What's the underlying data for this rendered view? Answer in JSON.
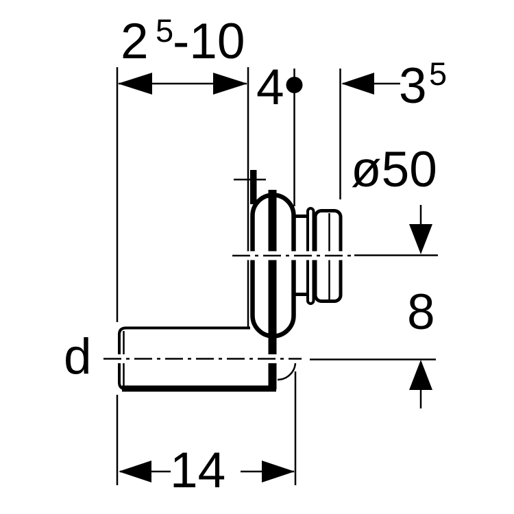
{
  "drawing": {
    "type": "technical-dimension-drawing",
    "subject": "pipe trap fitting side view",
    "colors": {
      "background": "#ffffff",
      "line": "#000000"
    },
    "dimensions": {
      "top_span": {
        "main": "2",
        "sup": "5",
        "rest": "-10"
      },
      "offset_4": {
        "value": "4"
      },
      "offset_35": {
        "main": "3",
        "sup": "5"
      },
      "outlet_diameter": {
        "value": "ø50"
      },
      "vertical_offset": {
        "value": "8"
      },
      "inlet_diameter": {
        "value": "d"
      },
      "bottom_span": {
        "value": "14"
      }
    }
  }
}
